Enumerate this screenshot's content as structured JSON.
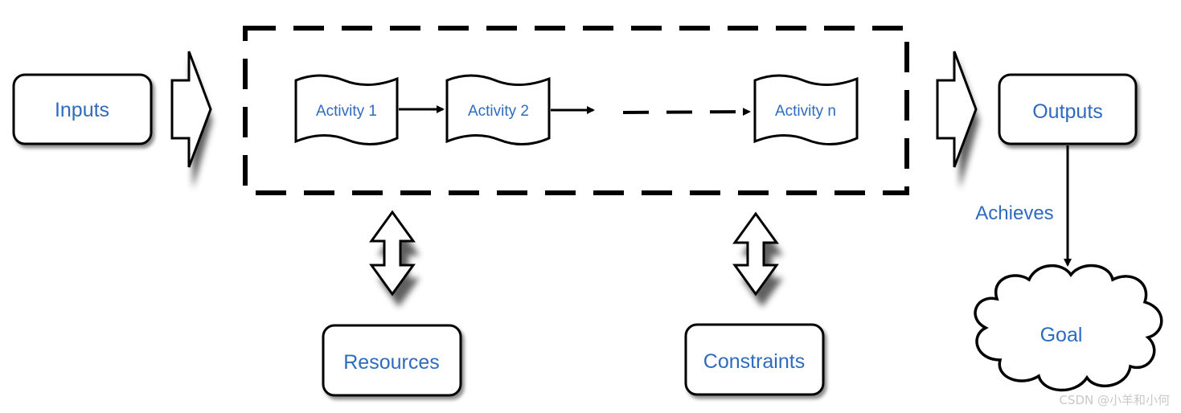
{
  "colors": {
    "text_blue": "#2E6BBF",
    "stroke": "#000000",
    "shadow": "#555555",
    "background": "#ffffff"
  },
  "nodes": {
    "inputs": "Inputs",
    "activity_1": "Activity 1",
    "activity_2": "Activity 2",
    "activity_n": "Activity n",
    "outputs": "Outputs",
    "resources": "Resources",
    "constraints": "Constraints",
    "goal": "Goal"
  },
  "edges": {
    "achieves_label": "Achieves"
  },
  "watermark": "CSDN @小羊和小何"
}
